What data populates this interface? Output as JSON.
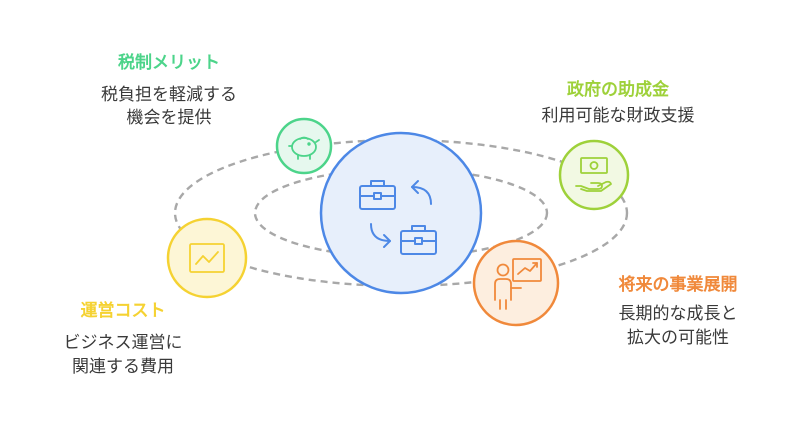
{
  "colors": {
    "green": "#4cd48a",
    "lime": "#9ed13a",
    "orange": "#f0893b",
    "yellow": "#f5d232",
    "blue": "#4d88e6",
    "ring": "#a8a8a8"
  },
  "center": {
    "icon": "briefcase-exchange-icon"
  },
  "items": [
    {
      "title": "税制メリット",
      "desc": [
        "税負担を軽減する",
        "機会を提供"
      ],
      "icon": "piggy-bank-icon"
    },
    {
      "title": "政府の助成金",
      "desc": [
        "利用可能な財政支援"
      ],
      "icon": "money-hand-icon"
    },
    {
      "title": "将来の事業展開",
      "desc": [
        "長期的な成長と",
        "拡大の可能性"
      ],
      "icon": "presentation-icon"
    },
    {
      "title": "運営コスト",
      "desc": [
        "ビジネス運営に",
        "関連する費用"
      ],
      "icon": "chart-line-icon"
    }
  ]
}
